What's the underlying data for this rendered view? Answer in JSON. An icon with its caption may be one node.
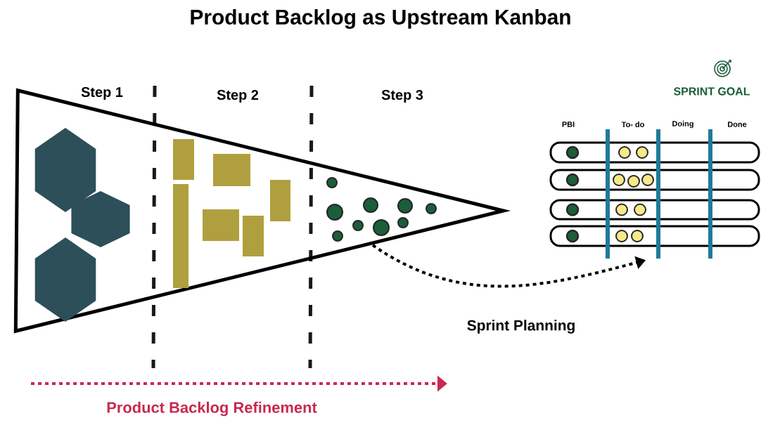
{
  "diagram": {
    "title": "Product Backlog as Upstream Kanban",
    "nodes": [
      {
        "text": [],
        "shape": "triangle"
      },
      {
        "text": [
          "PBI",
          "To- do",
          "Doing",
          "Done"
        ]
      }
    ],
    "edges": [
      {
        "from": 0,
        "to": 1,
        "arrow": "to",
        "label": "Sprint Planning",
        "style": "dashed"
      }
    ],
    "labels": [
      "Step 1",
      "Step 2",
      "Step 3",
      "SPRINT GOAL",
      "Product Backlog Refinement"
    ]
  }
}
